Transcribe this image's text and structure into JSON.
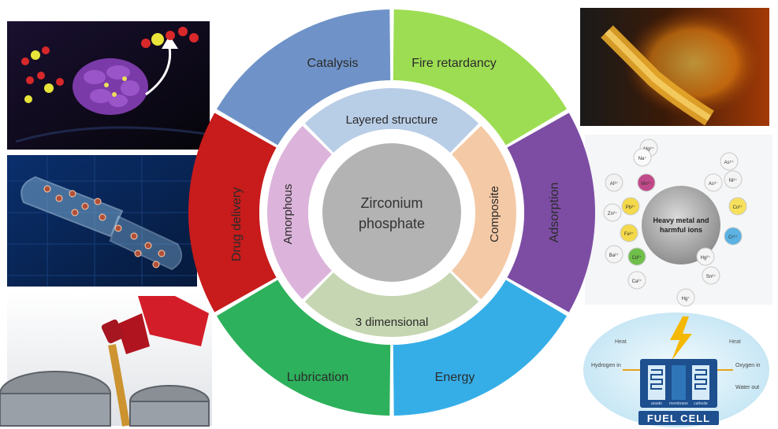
{
  "center": {
    "line1": "Zirconium",
    "line2": "phosphate",
    "color": "#b3b3b3"
  },
  "inner_ring": [
    {
      "label": "Layered structure",
      "color": "#b8cde6"
    },
    {
      "label": "Composite",
      "color": "#f4c9a6"
    },
    {
      "label": "3 dimensional",
      "color": "#c6d6b2"
    },
    {
      "label": "Amorphous",
      "color": "#dcb4db"
    }
  ],
  "outer_ring": [
    {
      "label": "Catalysis",
      "color": "#6f93c8"
    },
    {
      "label": "Fire retardancy",
      "color": "#9ddd53"
    },
    {
      "label": "Adsorption",
      "color": "#7d4da4"
    },
    {
      "label": "Energy",
      "color": "#35aee8"
    },
    {
      "label": "Lubrication",
      "color": "#2db15c"
    },
    {
      "label": "Drug delivery",
      "color": "#c81b1b"
    }
  ],
  "panels": {
    "adsorption": {
      "title_line1": "Heavy metal and",
      "title_line2": "harmful ions",
      "ions": [
        "Mg²⁺",
        "Al³⁺",
        "Na⁺",
        "As⁵⁺",
        "Ni²⁺",
        "As³⁻",
        "Co²⁺",
        "Zn²⁺",
        "Pb²⁺",
        "Fe³⁺",
        "Ba²⁺",
        "Cd²⁺",
        "Hg²⁺",
        "Sn²⁺",
        "Ca²⁺",
        "Mn²⁺",
        "Cr⁶⁺",
        "Hg⁺"
      ]
    },
    "fuel_cell": {
      "heat_left": "Heat",
      "heat_right": "Heat",
      "hydrogen_in": "Hydrogen in",
      "oxygen_in": "Oxygen in",
      "water_out": "Water out",
      "anode": "anode",
      "cathode": "cathode",
      "membrane": "membrane",
      "title": "FUEL CELL"
    }
  }
}
